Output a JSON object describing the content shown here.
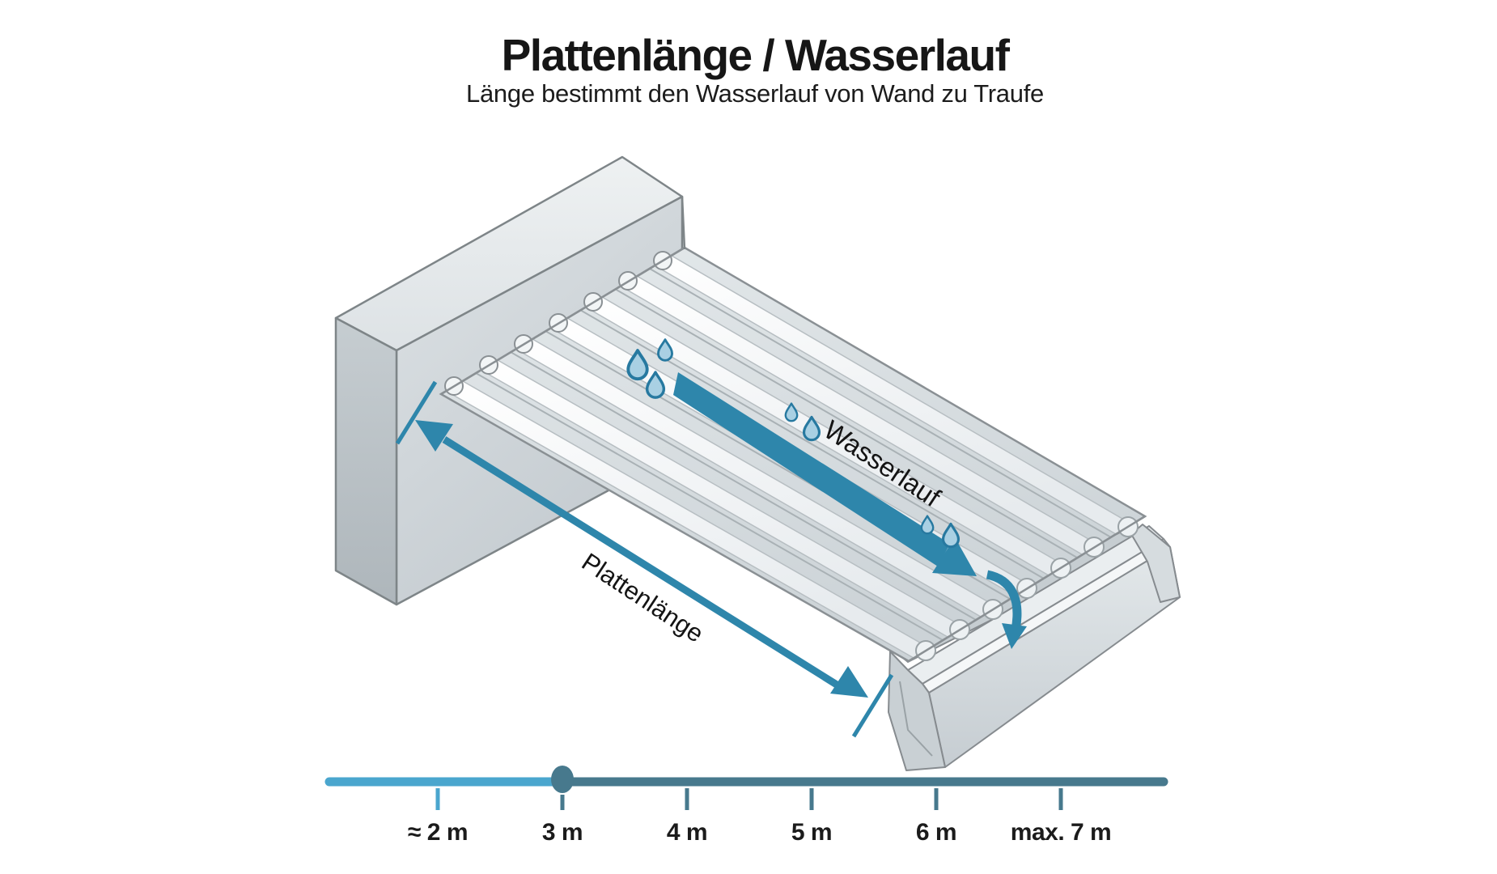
{
  "title": "Plattenlänge / Wasserlauf",
  "subtitle": "Länge bestimmt den Wasserlauf von Wand zu Traufe",
  "illustration": {
    "flow_label": "Wasserlauf",
    "length_label": "Plattenlänge"
  },
  "scale": {
    "ticks": [
      {
        "label": "≈ 2 m"
      },
      {
        "label": "3 m"
      },
      {
        "label": "4 m"
      },
      {
        "label": "5 m"
      },
      {
        "label": "6 m"
      },
      {
        "label": "max. 7 m"
      }
    ],
    "marker_label": "3 m"
  },
  "colors": {
    "accent_blue": "#2e86ab",
    "light_blue": "#4aa6ce",
    "dark_slate_teal": "#47798d",
    "droplet_fill": "#a9d0e3",
    "panel_gray": "#dee3e6",
    "wall_gray": "#cfd6d9",
    "text": "#161616"
  }
}
